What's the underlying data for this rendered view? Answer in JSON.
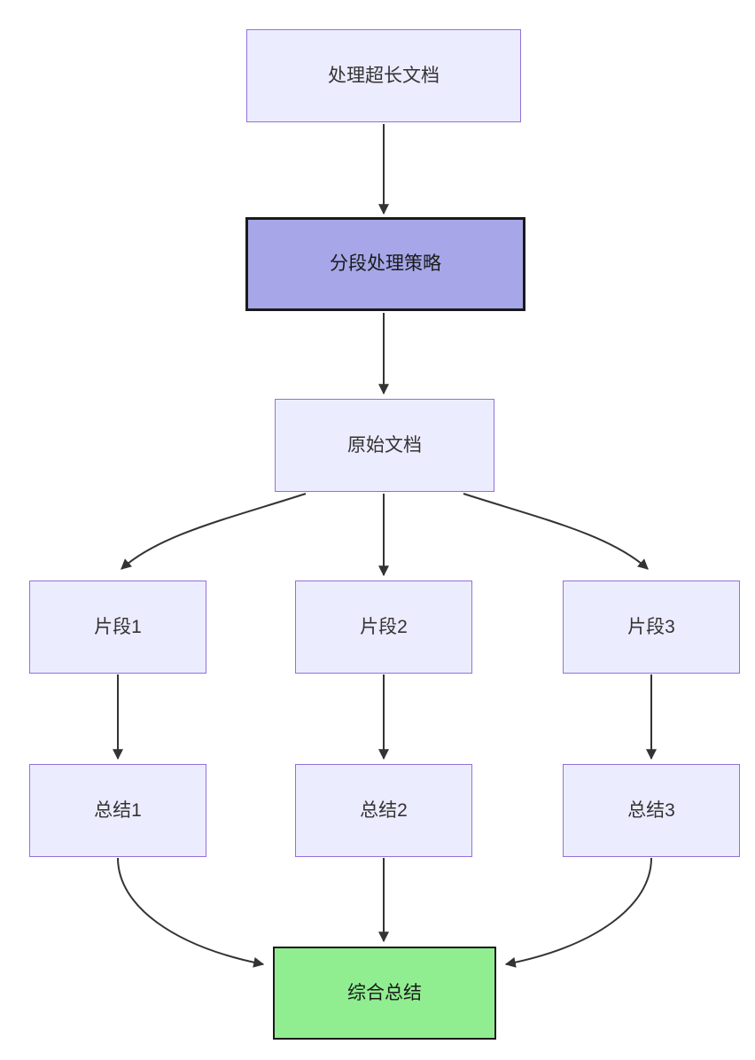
{
  "diagram": {
    "type": "flowchart",
    "direction": "top-down",
    "nodes": {
      "start": {
        "label": "处理超长文档"
      },
      "strategy": {
        "label": "分段处理策略"
      },
      "original": {
        "label": "原始文档"
      },
      "chunk1": {
        "label": "片段1"
      },
      "chunk2": {
        "label": "片段2"
      },
      "chunk3": {
        "label": "片段3"
      },
      "summary1": {
        "label": "总结1"
      },
      "summary2": {
        "label": "总结2"
      },
      "summary3": {
        "label": "总结3"
      },
      "final": {
        "label": "综合总结"
      }
    },
    "edges": [
      {
        "from": "start",
        "to": "strategy"
      },
      {
        "from": "strategy",
        "to": "original"
      },
      {
        "from": "original",
        "to": "chunk1"
      },
      {
        "from": "original",
        "to": "chunk2"
      },
      {
        "from": "original",
        "to": "chunk3"
      },
      {
        "from": "chunk1",
        "to": "summary1"
      },
      {
        "from": "chunk2",
        "to": "summary2"
      },
      {
        "from": "chunk3",
        "to": "summary3"
      },
      {
        "from": "summary1",
        "to": "final"
      },
      {
        "from": "summary2",
        "to": "final"
      },
      {
        "from": "summary3",
        "to": "final"
      }
    ],
    "colors": {
      "node_fill": "#ECECFF",
      "node_border": "#9370DB",
      "strategy_fill": "#a6a6e8",
      "strategy_border": "#1a1a1a",
      "final_fill": "#90EE90",
      "final_border": "#1a1a1a",
      "edge": "#333333",
      "text": "#333333",
      "background": "#ffffff"
    }
  }
}
